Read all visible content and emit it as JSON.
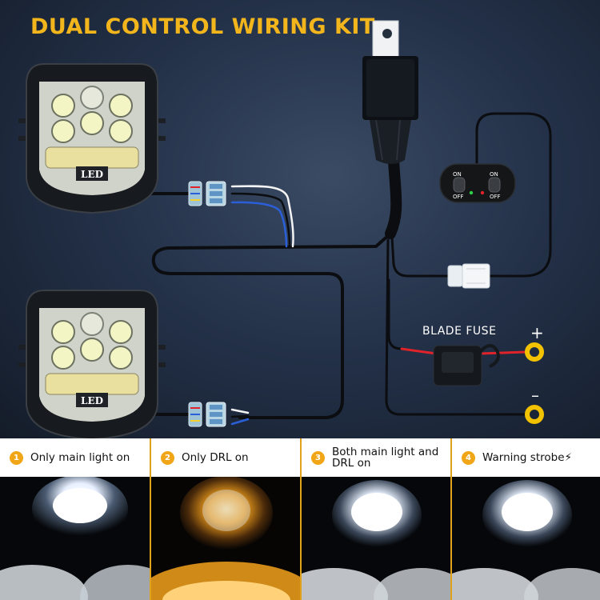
{
  "title": "DUAL CONTROL WIRING KIT",
  "fuse_label": "BLADE FUSE",
  "positive_label": "+",
  "negative_label": "–",
  "light_badge": "LED",
  "switch": {
    "on_label": "ON",
    "off_label": "OFF"
  },
  "modes": [
    {
      "num": "1",
      "label": "Only main light on"
    },
    {
      "num": "2",
      "label": "Only DRL on"
    },
    {
      "num": "3",
      "label": "Both main light and DRL on"
    },
    {
      "num": "4",
      "label": "Warning strobe⚡"
    }
  ],
  "colors": {
    "title": "#f2b51c",
    "accent": "#f0a616",
    "wire_red": "#e0232a",
    "wire_blue": "#2a5fd8",
    "terminal_ring": "#f2c200"
  }
}
